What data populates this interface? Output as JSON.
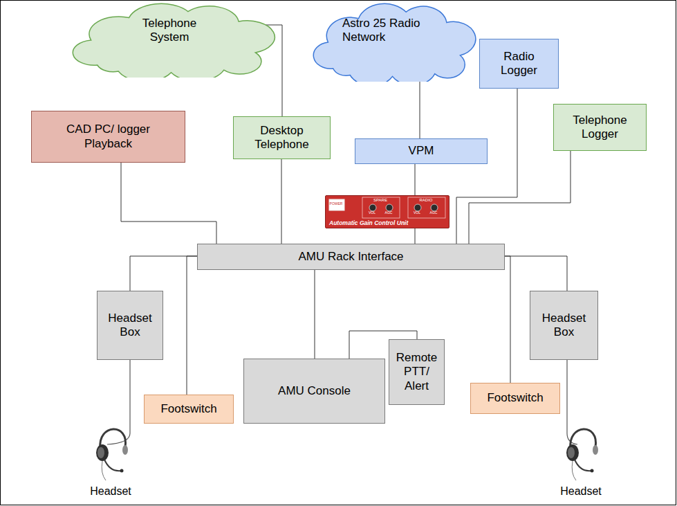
{
  "diagram": {
    "nodes": [
      {
        "text": [
          "Telephone System"
        ]
      },
      {
        "text": [
          "Astro 25 Radio Network"
        ]
      },
      {
        "text": [
          "Radio Logger"
        ]
      },
      {
        "text": [
          "CAD PC/ logger Playback"
        ]
      },
      {
        "text": [
          "Desktop Telephone"
        ]
      },
      {
        "text": [
          "VPM"
        ]
      },
      {
        "text": [
          "Telephone Logger"
        ]
      },
      {
        "text": [
          "Automatic Gain Control Unit"
        ]
      },
      {
        "text": [
          "AMU Rack Interface"
        ]
      },
      {
        "text": [
          "Headset Box"
        ]
      },
      {
        "text": [
          "Footswitch"
        ]
      },
      {
        "text": [
          "AMU Console"
        ]
      },
      {
        "text": [
          "Remote PTT/ Alert"
        ]
      },
      {
        "text": [
          "Footswitch"
        ]
      },
      {
        "text": [
          "Headset Box"
        ]
      },
      {
        "text": [
          "Headset"
        ]
      },
      {
        "text": [
          "Headset"
        ]
      }
    ],
    "edges": [
      {
        "from": 0,
        "to": 4,
        "arrow": "none"
      },
      {
        "from": 1,
        "to": 5,
        "arrow": "none"
      },
      {
        "from": 2,
        "to": 8,
        "arrow": "none"
      },
      {
        "from": 6,
        "to": 8,
        "arrow": "none"
      },
      {
        "from": 3,
        "to": 8,
        "arrow": "none"
      },
      {
        "from": 4,
        "to": 8,
        "arrow": "none"
      },
      {
        "from": 5,
        "to": 7,
        "arrow": "none"
      },
      {
        "from": 7,
        "to": 8,
        "arrow": "none"
      },
      {
        "from": 8,
        "to": 9,
        "arrow": "none"
      },
      {
        "from": 8,
        "to": 10,
        "arrow": "none"
      },
      {
        "from": 8,
        "to": 11,
        "arrow": "none"
      },
      {
        "from": 8,
        "to": 13,
        "arrow": "none"
      },
      {
        "from": 8,
        "to": 14,
        "arrow": "none"
      },
      {
        "from": 11,
        "to": 12,
        "arrow": "none"
      },
      {
        "from": 9,
        "to": 15,
        "arrow": "none"
      },
      {
        "from": 14,
        "to": 16,
        "arrow": "none"
      }
    ],
    "labels": [
      "POWER",
      "SPARE",
      "VOL",
      "AGC",
      "RADIO",
      "VOL",
      "AGC"
    ]
  }
}
